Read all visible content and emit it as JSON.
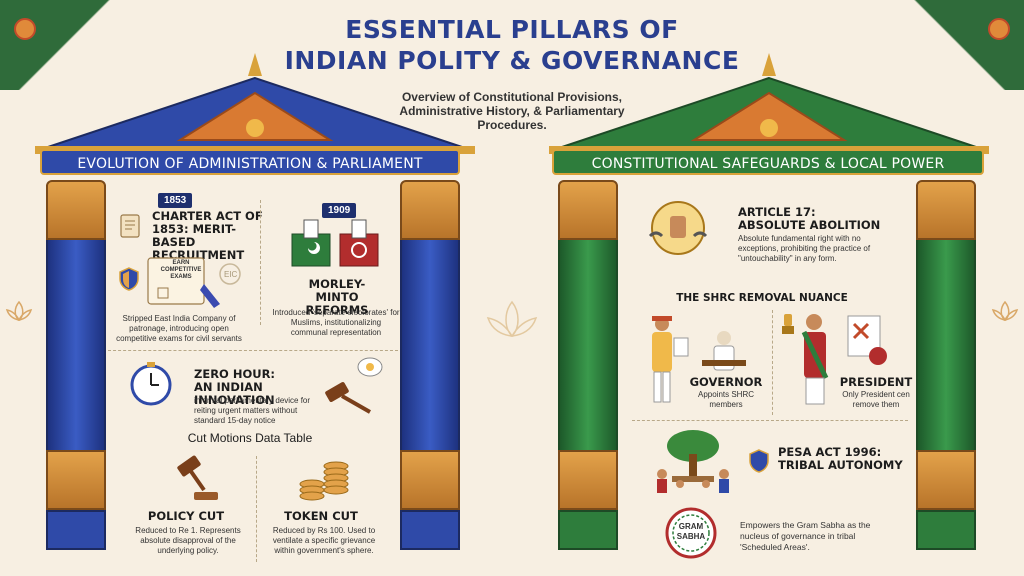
{
  "header": {
    "title_line1": "ESSENTIAL PILLARS OF",
    "title_line2": "INDIAN POLITY & GOVERNANCE",
    "subtitle": "Overview of Constitutional Provisions, Administrative History, & Parliamentary Procedures."
  },
  "left_panel": {
    "banner": "EVOLUTION OF ADMINISTRATION & PARLIAMENT",
    "charter": {
      "year": "1853",
      "title": "CHARTER ACT OF 1853: MERIT-BASED RECRUITMENT",
      "scroll_text": "EARN COMPETITIVE EXAMS",
      "seal_text": "EIC",
      "desc": "Stripped East India Company of patronage, introducing open competitive exams for civil servants"
    },
    "morley": {
      "year": "1909",
      "title": "MORLEY-MINTO REFORMS",
      "desc": "Introduced 'separate electorates' for Muslims, institutionalizing communal representation"
    },
    "zero_hour": {
      "title_line1": "ZERO HOUR:",
      "title_line2": "AN INDIAN INNOVATION",
      "desc": "informal parliamentary device for reiting urgent matters without standard 15-day notice"
    },
    "cut_motions": {
      "heading": "Cut Motions Data Table",
      "policy": {
        "title": "POLICY CUT",
        "desc": "Reduced to Re 1. Represents absolute disapproval of the underlying policy."
      },
      "token": {
        "title": "TOKEN CUT",
        "desc": "Reduced by Rs 100. Used to ventilate a specific grievance within government's sphere."
      }
    }
  },
  "right_panel": {
    "banner": "CONSTITUTIONAL SAFEGUARDS & LOCAL POWER",
    "article17": {
      "title_line1": "ARTICLE 17:",
      "title_line2": "ABSOLUTE ABOLITION",
      "desc": "Absolute fundamental right with no exceptions, prohibiting the practice of \"untouchability\" in any form."
    },
    "shrc": {
      "heading": "THE SHRC REMOVAL NUANCE",
      "governor": {
        "title": "GOVERNOR",
        "desc": "Appoints SHRC members"
      },
      "president": {
        "title": "PRESIDENT",
        "desc": "Only President cen remove them"
      }
    },
    "pesa": {
      "title_line1": "PESA ACT 1996:",
      "title_line2": "TRIBAL AUTONOMY",
      "badge_line1": "GRAM",
      "badge_line2": "SABHA",
      "desc": "Empowers the Gram Sabha as the nucleus of governance in tribal 'Scheduled Areas'."
    }
  },
  "colors": {
    "blue": "#2f4aa8",
    "green": "#2e7d3c",
    "gold": "#d9a23a",
    "title": "#2a3f8f",
    "background": "#f7efe2"
  }
}
